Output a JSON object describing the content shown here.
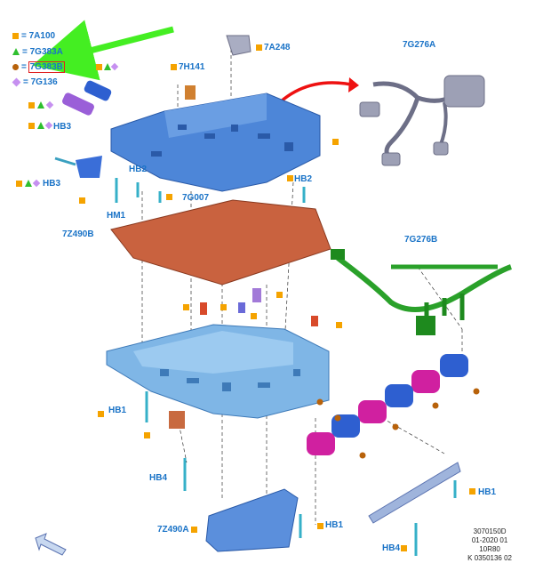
{
  "legend": [
    {
      "symbol": "square",
      "color": "#f5a300",
      "code": "7A100"
    },
    {
      "symbol": "triangle",
      "color": "#2fbf2f",
      "code": "7G383A"
    },
    {
      "symbol": "dot",
      "color": "#b8620a",
      "code": "7G383B",
      "highlighted": true
    },
    {
      "symbol": "diamond",
      "color": "#c690f0",
      "code": "7G136"
    }
  ],
  "callouts": {
    "a248": "7A248",
    "h141": "7H141",
    "g276a": "7G276A",
    "hb3_top": "HB3",
    "hb3_bottom": "HB3",
    "hb2_left": "HB2",
    "g007": "7G007",
    "hb2_right": "HB2",
    "hm1": "HM1",
    "z490b": "7Z490B",
    "g276b": "7G276B",
    "hb1_left": "HB1",
    "hb4_left": "HB4",
    "hb1_right": "HB1",
    "z490a": "7Z490A",
    "hb1_bottom": "HB1",
    "hb4_bottom": "HB4"
  },
  "reference": {
    "line1": "3070150D",
    "line2": "01-2020 01",
    "line3": "10R80",
    "line4": "K 0350136 02"
  },
  "colors": {
    "callout_text": "#1a73c7",
    "upper_body": "#4d86d8",
    "lower_body": "#7fb6e6",
    "gasket": "#c9623f",
    "harness": "#2aa12a",
    "solenoid_blue": "#2e5fd0",
    "solenoid_magenta": "#d020a0",
    "cover": "#5b8fdc",
    "arrow_green": "#44ee22",
    "arrow_red": "#ee1111"
  }
}
